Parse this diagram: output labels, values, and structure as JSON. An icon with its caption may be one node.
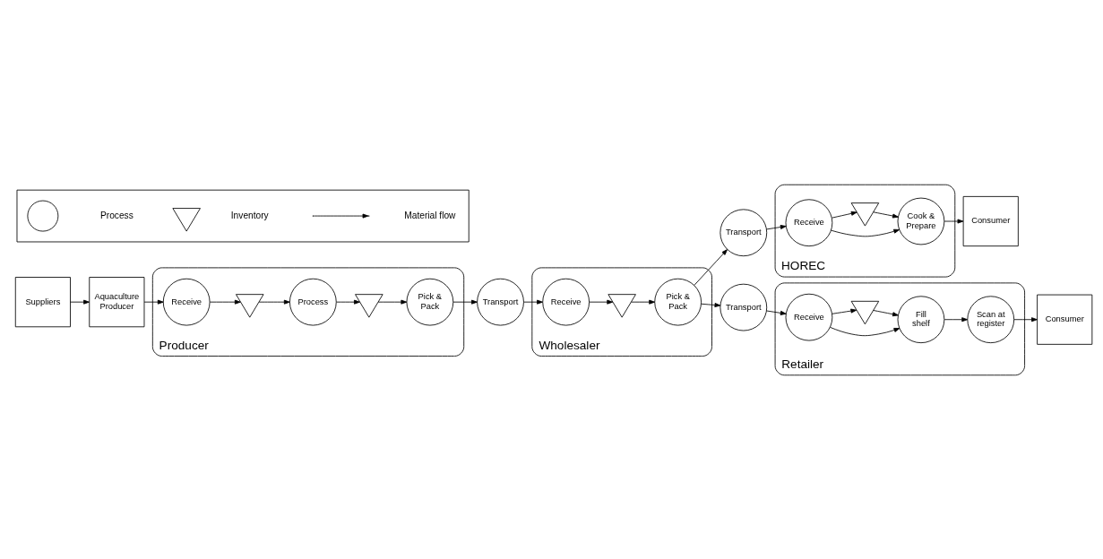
{
  "diagram": {
    "nodes": [
      {
        "text": [
          "Aquaculture Producer"
        ]
      },
      {
        "text": [
          "Suppliers"
        ]
      },
      {
        "text": [
          "Producer"
        ]
      },
      {
        "text": [
          "Receive"
        ],
        "in": 2
      },
      {
        "text": [
          "Process"
        ],
        "in": 2
      },
      {
        "text": [
          "Pick & Pack"
        ],
        "in": 2
      },
      {
        "text": [],
        "shape": "triangle",
        "in": 2
      },
      {
        "text": [],
        "shape": "triangle",
        "in": 2
      },
      {
        "text": [
          "Transport"
        ]
      },
      {
        "text": [
          "Wholesaler"
        ]
      },
      {
        "text": [
          "Receive"
        ],
        "in": 9
      },
      {
        "text": [
          "Pick & Pack"
        ],
        "in": 9
      },
      {
        "text": [],
        "shape": "triangle",
        "in": 9
      },
      {
        "text": [
          "Transport"
        ]
      },
      {
        "text": [
          "HOREC"
        ]
      },
      {
        "text": [
          "Receive"
        ],
        "in": 14
      },
      {
        "text": [
          "Cook & Prepare"
        ],
        "in": 14
      },
      {
        "text": [],
        "shape": "triangle",
        "in": 14
      },
      {
        "text": [
          "Consumer"
        ]
      },
      {
        "text": [
          "Transport"
        ]
      },
      {
        "text": [
          "Retailer"
        ]
      },
      {
        "text": [
          "Receive"
        ],
        "in": 20
      },
      {
        "text": [
          "Fill shelf"
        ],
        "in": 20
      },
      {
        "text": [
          "Scan at register"
        ],
        "in": 20
      },
      {
        "text": [],
        "shape": "triangle",
        "in": 20
      },
      {
        "text": [
          "Consumer"
        ]
      },
      {
        "text": [],
        "shape": "box"
      },
      {
        "text": [],
        "shape": "circle",
        "in": 26
      },
      {
        "text": [],
        "shape": "triangle",
        "in": 26
      }
    ],
    "edges": [
      {
        "from": 1,
        "to": 0,
        "arrow": "to"
      },
      {
        "from": 0,
        "to": 3,
        "arrow": "to"
      },
      {
        "from": 3,
        "to": 6,
        "arrow": "to"
      },
      {
        "from": 6,
        "to": 4,
        "arrow": "to"
      },
      {
        "from": 4,
        "to": 7,
        "arrow": "to"
      },
      {
        "from": 7,
        "to": 5,
        "arrow": "to"
      },
      {
        "from": 5,
        "to": 8,
        "arrow": "to"
      },
      {
        "from": 8,
        "to": 10,
        "arrow": "to"
      },
      {
        "from": 10,
        "to": 12,
        "arrow": "to"
      },
      {
        "from": 12,
        "to": 11,
        "arrow": "to"
      },
      {
        "from": 11,
        "to": 13,
        "arrow": "to"
      },
      {
        "from": 11,
        "to": 19,
        "arrow": "to"
      },
      {
        "from": 13,
        "to": 15,
        "arrow": "to"
      },
      {
        "from": 15,
        "to": 16,
        "arrow": "to"
      },
      {
        "from": 15,
        "to": 17,
        "arrow": "to"
      },
      {
        "from": 17,
        "to": 16,
        "arrow": "to"
      },
      {
        "from": 16,
        "to": 18,
        "arrow": "to"
      },
      {
        "from": 19,
        "to": 21,
        "arrow": "to"
      },
      {
        "from": 21,
        "to": 22,
        "arrow": "to"
      },
      {
        "from": 21,
        "to": 24,
        "arrow": "to"
      },
      {
        "from": 24,
        "to": 22,
        "arrow": "to"
      },
      {
        "from": 22,
        "to": 23,
        "arrow": "to"
      },
      {
        "from": 23,
        "to": 25,
        "arrow": "to"
      }
    ],
    "legend": [
      {
        "text": "Process"
      },
      {
        "text": "Inventory"
      },
      {
        "text": "Material flow"
      }
    ]
  }
}
